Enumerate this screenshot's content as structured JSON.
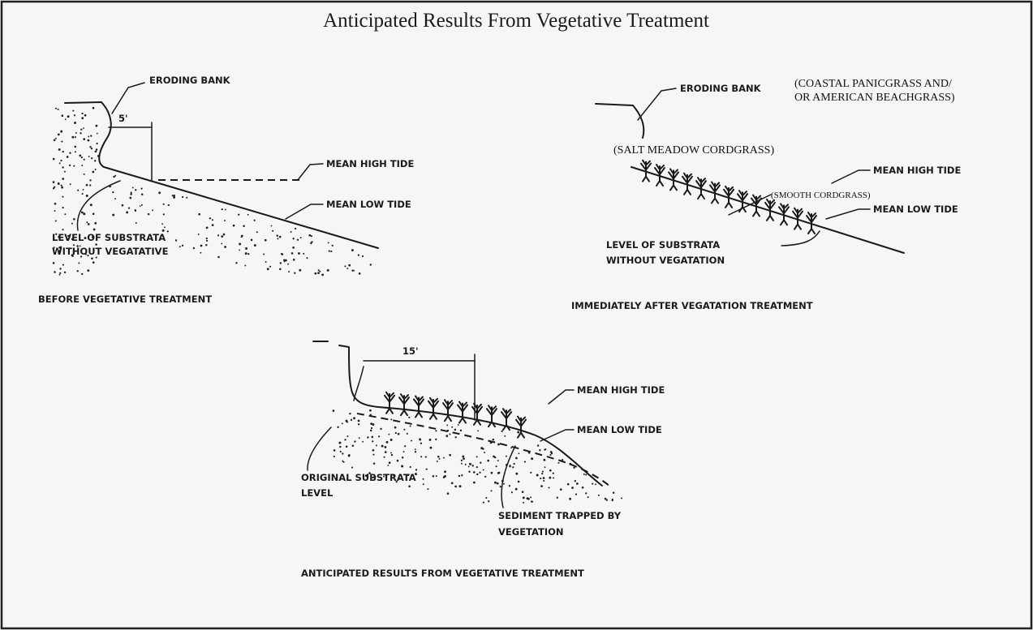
{
  "title": "Anticipated Results From Vegetative Treatment",
  "panels": {
    "before": {
      "caption": "BEFORE VEGETATIVE TREATMENT",
      "eroding_bank": "ERODING BANK",
      "distance": "5'",
      "mean_high_tide": "MEAN HIGH TIDE",
      "mean_low_tide": "MEAN LOW TIDE",
      "level_line1": "LEVEL OF SUBSTRATA",
      "level_line2": "WITHOUT VEGATATIVE"
    },
    "after": {
      "caption": "IMMEDIATELY AFTER VEGATATION TREATMENT",
      "eroding_bank": "ERODING BANK",
      "coastal_line1": "(COASTAL PANICGRASS AND/",
      "coastal_line2": "OR AMERICAN BEACHGRASS)",
      "salt_meadow": "(SALT MEADOW CORDGRASS)",
      "smooth_cordgrass": "(SMOOTH CORDGRASS)",
      "mean_high_tide": "MEAN HIGH TIDE",
      "mean_low_tide": "MEAN LOW TIDE",
      "level_line1": "LEVEL OF SUBSTRATA",
      "level_line2": "WITHOUT VEGATATION"
    },
    "result": {
      "caption": "ANTICIPATED RESULTS FROM VEGETATIVE TREATMENT",
      "distance": "15'",
      "mean_high_tide": "MEAN HIGH TIDE",
      "mean_low_tide": "MEAN LOW TIDE",
      "original_line1": "ORIGINAL SUBSTRATA",
      "original_line2": "LEVEL",
      "sediment_line1": "SEDIMENT TRAPPED BY",
      "sediment_line2": "VEGETATION"
    }
  }
}
